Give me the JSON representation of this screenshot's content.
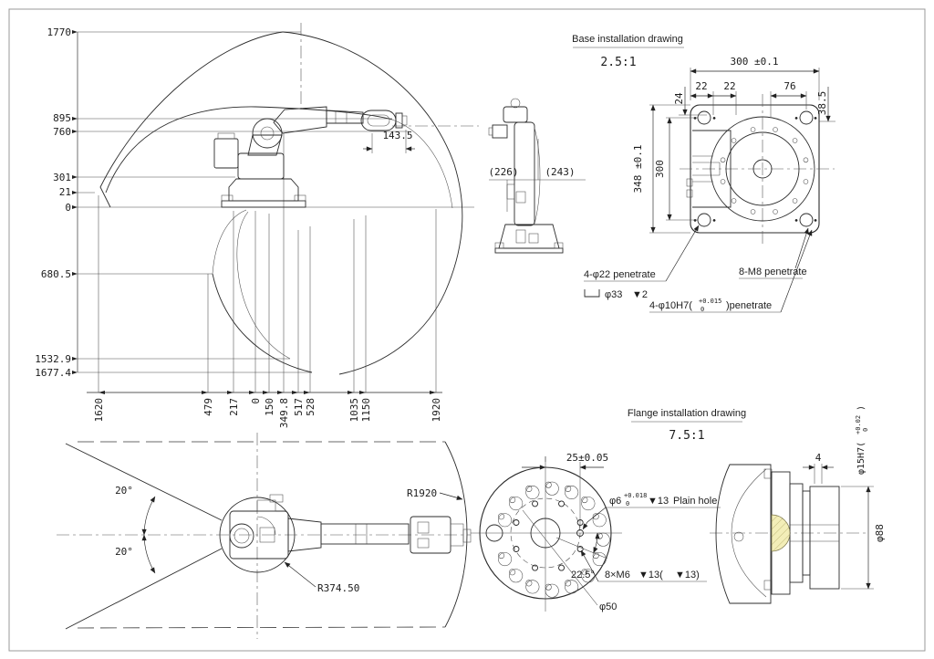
{
  "drawing": {
    "side_view": {
      "v1770": "1770",
      "v895": "895",
      "v760": "760",
      "v301": "301",
      "v21": "21",
      "v0": "0",
      "v680": "680.5",
      "v1532": "1532.9",
      "v1677": "1677.4",
      "h1620": "1620",
      "h479": "479",
      "h217": "217",
      "h0": "0",
      "h150": "150",
      "h349": "349.8",
      "h517": "517",
      "h528": "528",
      "h1035": "1035",
      "h1150": "1150",
      "h1920": "1920",
      "wrist": "143.5"
    },
    "profile_view": {
      "dim_left": "(226)",
      "dim_right": "(243)"
    },
    "base": {
      "title": "Base installation drawing",
      "scale": "2.5:1",
      "w": "300 ±0.1",
      "d22a": "22",
      "d22b": "22",
      "d76": "76",
      "d24": "24",
      "d385": "38.5",
      "h": "348 ±0.1",
      "hv": "300",
      "n1": "4-φ22 penetrate",
      "n2": "φ33",
      "n2d": "▼2",
      "n3": "8-M8 penetrate",
      "n4a": "4-φ10H7(",
      "n4sup": "+0.015",
      "n4sub": "0",
      "n4b": ")penetrate"
    },
    "flange": {
      "title": "Flange installation drawing",
      "scale": "7.5:1",
      "d25": "25±0.05",
      "n6a": "φ6",
      "n6sup": "+0.018",
      "n6sub": "0",
      "n6d": "▼13",
      "n6b": "Plain hole",
      "ang": "22.5°",
      "nm6a": "8×M6",
      "nm6d": "▼13(",
      "nm6d2": "▼13)",
      "d50": "φ50",
      "d4": "4",
      "d88": "φ88",
      "n15a": "φ15H7(",
      "n15sup": "+0.02",
      "n15sub": "0",
      "n15b": ")"
    },
    "top_view": {
      "a1": "20°",
      "a2": "20°",
      "r1": "R1920",
      "r2": "R374.50"
    }
  }
}
